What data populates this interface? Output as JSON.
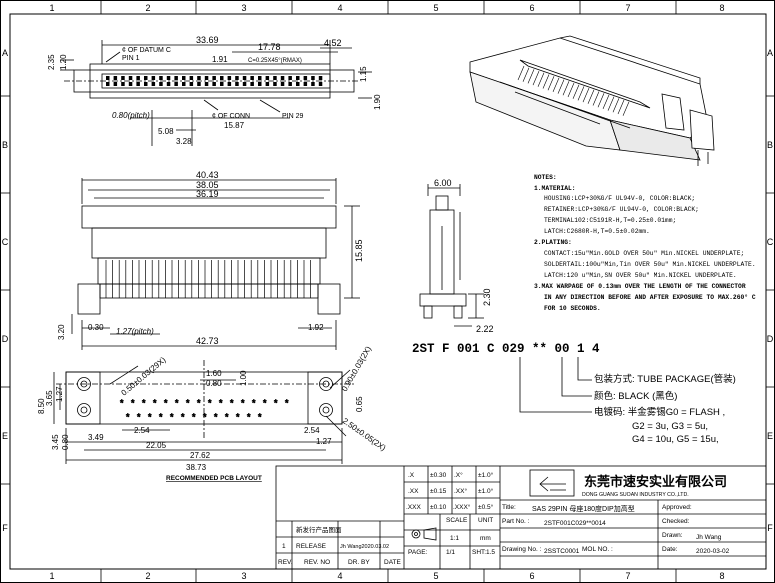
{
  "border": {
    "columns": [
      "1",
      "2",
      "3",
      "4",
      "5",
      "6",
      "7",
      "8"
    ],
    "rows": [
      "A",
      "B",
      "C",
      "D",
      "E",
      "F"
    ]
  },
  "top_view": {
    "dims": {
      "width_total": "33.69",
      "pin_span": "17.78",
      "right_offset": "4.52",
      "pin1_pitch_note": "C=0.25X45°(RMAX)",
      "datum_offset": "1.91",
      "left_h1": "2.35",
      "left_h2": "1.20",
      "right_h1": "1.15",
      "right_h2": "1.90",
      "pitch": "0.80(pitch)",
      "mid_w": "5.08",
      "small_w": "3.28",
      "conn_span": "15.87"
    },
    "labels": {
      "datum": "¢ OF DATUM C",
      "pin1": "PIN 1",
      "conn": "¢ OF CONN",
      "pin29": "PIN 29"
    }
  },
  "front_view": {
    "dims": {
      "w1": "40.43",
      "w2": "38.05",
      "w3": "36.19",
      "height": "15.85",
      "bottom": "42.73",
      "pitch": "1.27(pitch)",
      "left_small": "0.30",
      "right_small": "1.92",
      "left_height": "3.20"
    }
  },
  "side_view": {
    "dims": {
      "top": "6.00",
      "h": "2.30",
      "foot": "2.22"
    }
  },
  "pcb_layout": {
    "title": "RECOMMENDED PCB LAYOUT",
    "dims": {
      "d1": "0.50±0.03(29X)",
      "d2": "0.90±0.03(2X)",
      "d3": "2.50±0.05(2X)",
      "w160": "1.60",
      "w080": "0.80",
      "h100": "1.00",
      "l850": "8.50",
      "l365": "3.65",
      "l127": "1.27",
      "l345": "3.45",
      "l080": "0.80",
      "w349": "3.49",
      "w254": "2.54",
      "w2205": "22.05",
      "w2762": "27.62",
      "w3873": "38.73",
      "r065": "0.65",
      "r254": "2.54",
      "r127": "1.27"
    }
  },
  "notes": {
    "heading": "NOTES:",
    "lines": [
      "1.MATERIAL:",
      "HOUSING:LCP+30%G/F UL94V-0, COLOR:BLACK;",
      "RETAINER:LCP+30%G/F UL94V-0, COLOR:BLACK;",
      "TERMINAL102:C5191R-H,T=0.25±0.01mm;",
      "LATCH:C2680R-H,T=0.5±0.02mm.",
      "2.PLATING:",
      "CONTACT:15u\"Min.GOLD OVER 50u\" Min.NICKEL UNDERPLATE;",
      "SOLDERTAIL:100u\"Min,Tin OVER 50u\" Min.NICKEL UNDERPLATE.",
      "LATCH:120 u\"Min,SN OVER 50u\" Min.NICKEL UNDERPLATE.",
      "3.MAX WARPAGE OF 0.13mm OVER THE LENGTH OF THE CONNECTOR",
      "IN ANY DIRECTION BEFORE AND AFTER EXPOSURE TO MAX.260° C",
      "FOR 10 SECONDS."
    ]
  },
  "part_code": {
    "code": "2ST F 001 C 029 ** 00 1 4",
    "pkg": "包装方式: TUBE PACKAGE(管装)",
    "color": "颜色: BLACK (黑色)",
    "plating1": "电镀码: 半金雾锡G0 = FLASH ,",
    "plating2": "G2 = 3u,  G3 = 5u,",
    "plating3": "G4 = 10u,  G5 = 15u,"
  },
  "title_block": {
    "tol": {
      "r1a": ".X",
      "r1b": "±0.30",
      "r1c": ".X°",
      "r1d": "±1.0°",
      "r2a": ".XX",
      "r2b": "±0.15",
      "r2c": ".XX°",
      "r2d": "±1.0°",
      "r3a": ".XXX",
      "r3b": "±0.10",
      "r3c": ".XXX°",
      "r3d": "±0.5°"
    },
    "company": "东莞市速安实业有限公司",
    "company_en": "DONG GUANG SUOAN INDUSTRY CO.,LTD.",
    "title_label": "Title:",
    "title_value": "SAS 29PIN 母座180度DIP加高型",
    "part_label": "Part No. :",
    "part_value": "2STF001C029**0014",
    "drawing_label": "Drawing No. :",
    "drawing_value": "2SSTC0001",
    "model_label": "MOL NO. :",
    "approved_label": "Approved:",
    "checked_label": "Checked:",
    "drawn_label": "Drawn:",
    "drawn_value": "Jh Wang",
    "date_label": "Date:",
    "date_value": "2020-03-02",
    "rev_row": [
      "1",
      "RELEASE",
      "Jh Wang2020.03.02"
    ],
    "first_row": "新发行产品图面",
    "rev_header": [
      "REV.",
      "REV. NO",
      "DR. BY",
      "DATE"
    ],
    "scale_label": "SCALE",
    "scale_value": "1:1",
    "unit_label": "UNIT",
    "unit_value": "mm",
    "page_label": "PAGE:",
    "page_value": "1/1",
    "size_label": "SHT:",
    "size_value": "1.5"
  }
}
